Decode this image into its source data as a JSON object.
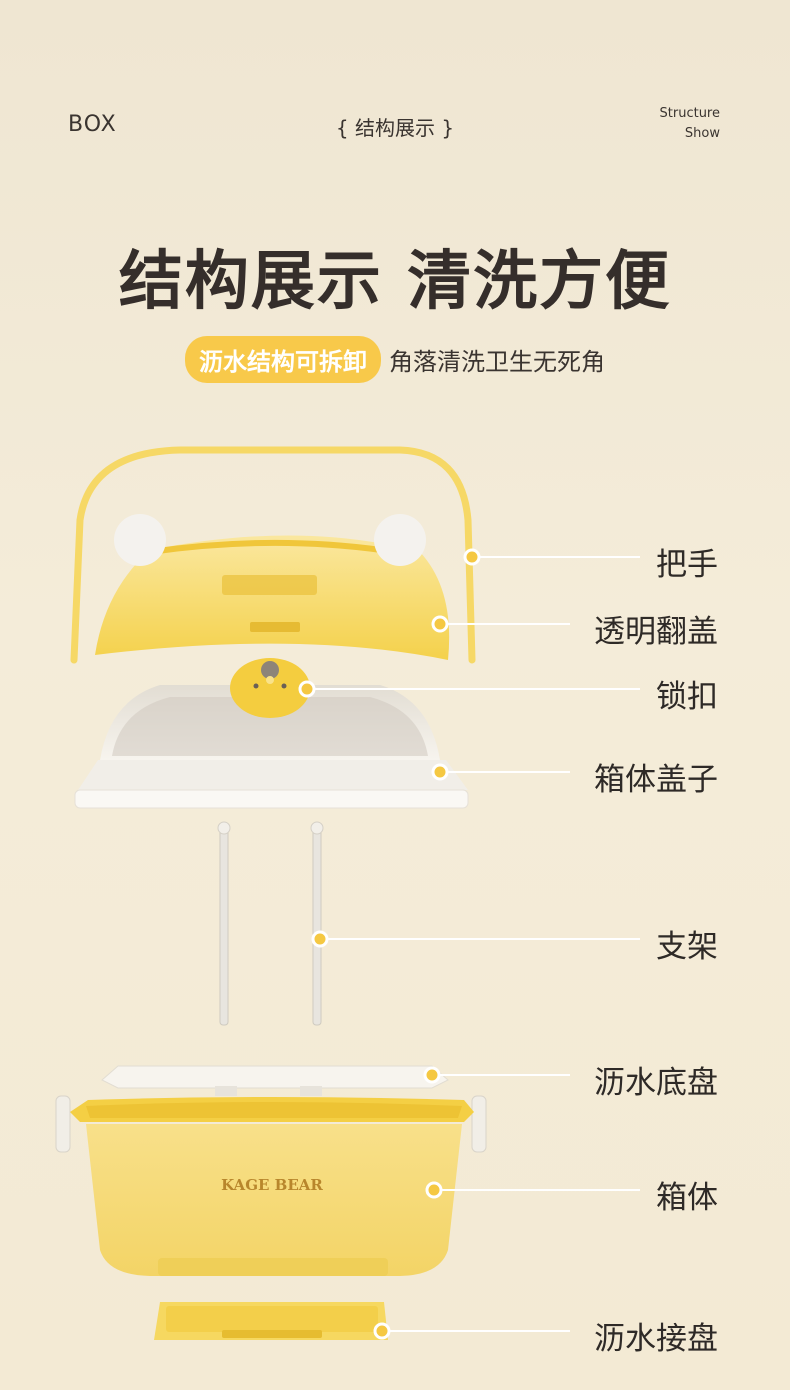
{
  "header": {
    "left": "BOX",
    "center": "{ 结构展示 }",
    "right_line1": "Structure",
    "right_line2": "Show"
  },
  "title": "结构展示 清洗方便",
  "subtitle": {
    "pill": "沥水结构可拆卸",
    "text": "角落清洗卫生无死角"
  },
  "brand_logo": "KAGE BEAR",
  "callouts": [
    "把手",
    "透明翻盖",
    "锁扣",
    "箱体盖子",
    "支架",
    "沥水底盘",
    "箱体",
    "沥水接盘"
  ],
  "colors": {
    "accent_yellow": "#f8c94a",
    "body_yellow": "#f6dc74",
    "dot": "#f5c842"
  }
}
